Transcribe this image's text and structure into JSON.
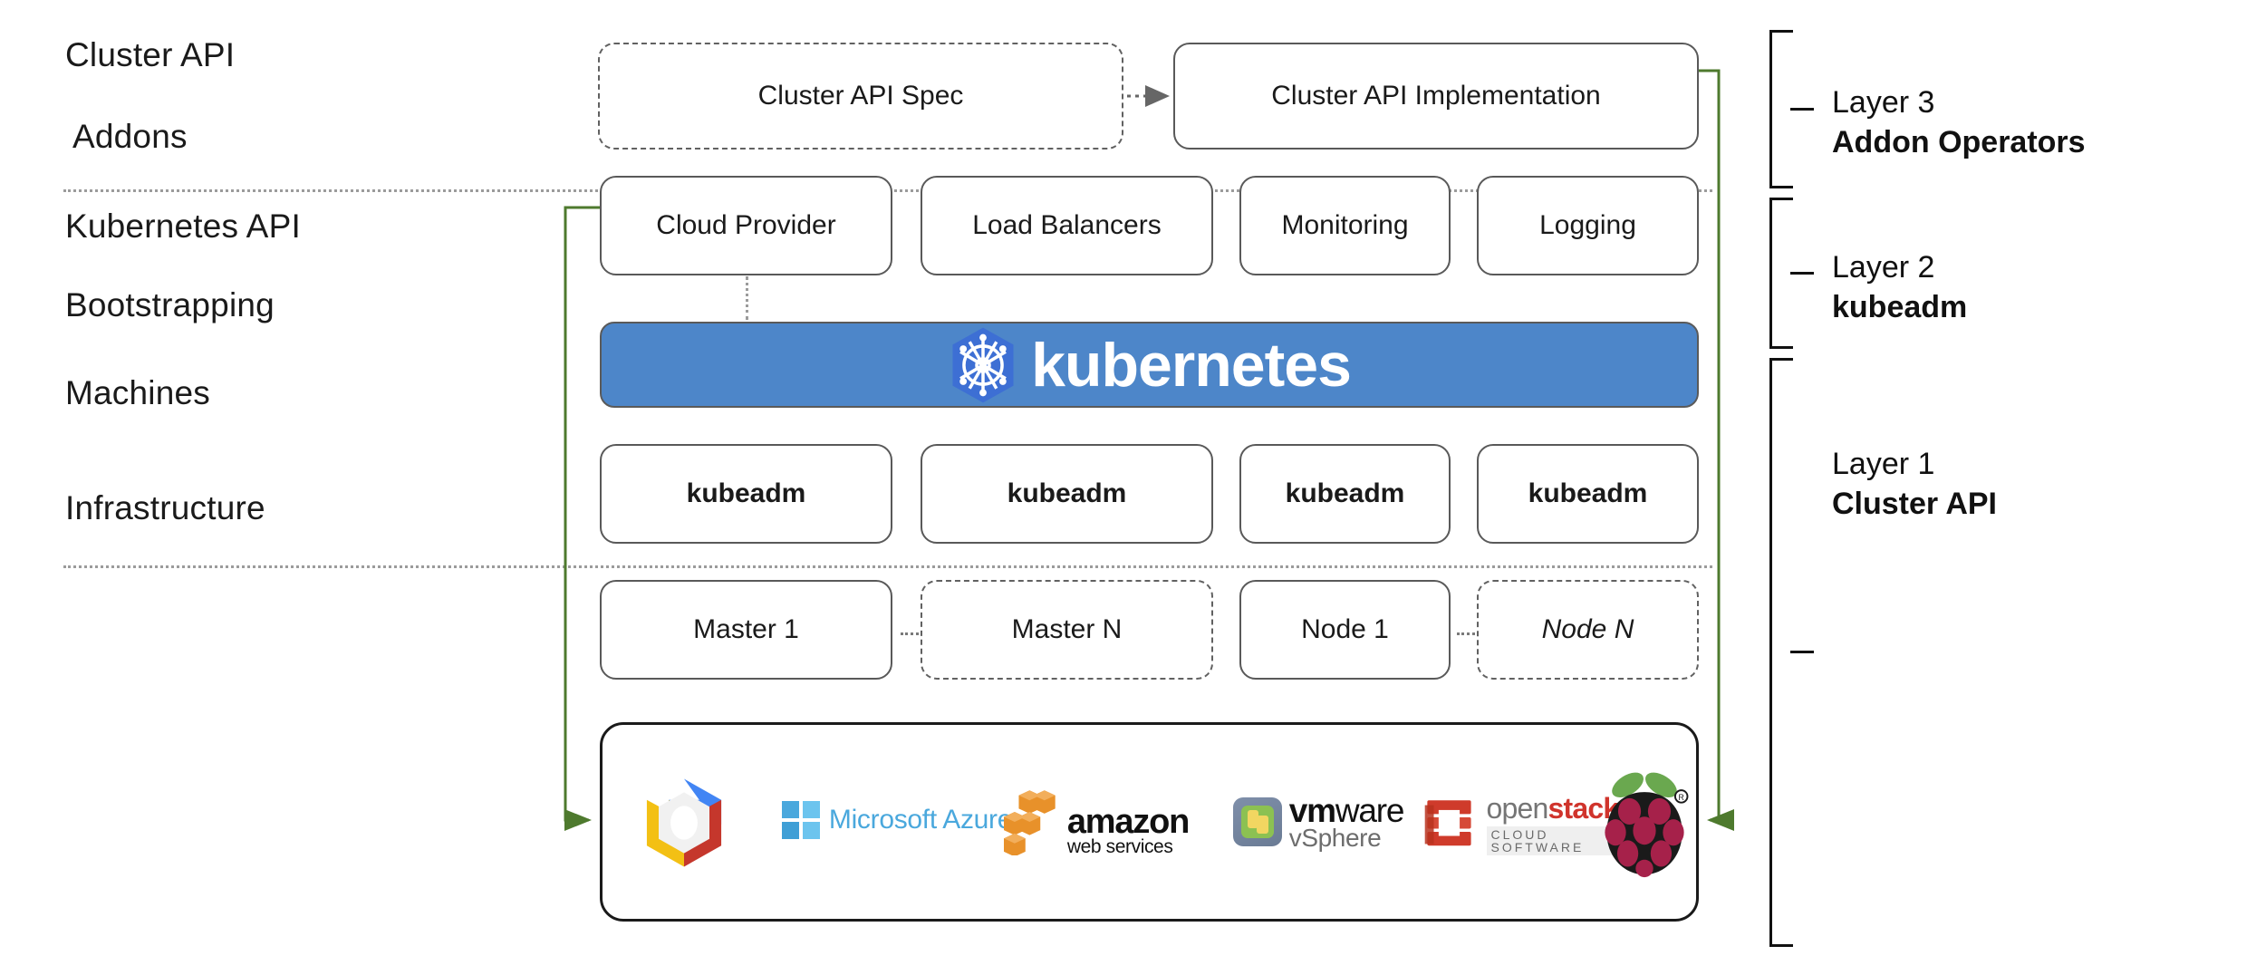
{
  "diagram": {
    "title": "Kubernetes Cluster API layered architecture",
    "colors": {
      "kubernetes_blue": "#4d86c9",
      "k8s_logo_blue": "#3d6fd4",
      "arrow_green": "#4e7a2e",
      "border_gray": "#595959",
      "separator_gray": "#9b9b9b"
    }
  },
  "row_labels": [
    {
      "id": "cluster-api",
      "text": "Cluster API"
    },
    {
      "id": "addons",
      "text": "Addons"
    },
    {
      "id": "kubernetes-api",
      "text": "Kubernetes API"
    },
    {
      "id": "bootstrapping",
      "text": "Bootstrapping"
    },
    {
      "id": "machines",
      "text": "Machines"
    },
    {
      "id": "infrastructure",
      "text": "Infrastructure"
    }
  ],
  "cluster_api_row": {
    "spec_box": {
      "label": "Cluster API Spec",
      "style": "dashed"
    },
    "impl_box": {
      "label": "Cluster API Implementation",
      "style": "solid"
    },
    "connector": "dotted-arrow-right"
  },
  "addons_row": [
    {
      "label": "Cloud Provider"
    },
    {
      "label": "Load Balancers"
    },
    {
      "label": "Monitoring"
    },
    {
      "label": "Logging"
    }
  ],
  "kubernetes_banner": {
    "wordmark": "kubernetes",
    "logo_name": "kubernetes-helm-wheel-icon"
  },
  "bootstrapping_row": [
    {
      "label": "kubeadm"
    },
    {
      "label": "kubeadm"
    },
    {
      "label": "kubeadm"
    },
    {
      "label": "kubeadm"
    }
  ],
  "machines_row": [
    {
      "label": "Master 1",
      "style": "solid"
    },
    {
      "label": "Master N",
      "style": "dashed"
    },
    {
      "label": "Node 1",
      "style": "solid"
    },
    {
      "label": "Node N",
      "style": "dashed",
      "italic_suffix": true
    }
  ],
  "infrastructure_logos": [
    {
      "name": "google-cloud-icon",
      "text": ""
    },
    {
      "name": "microsoft-azure-icon",
      "text": "Microsoft Azure"
    },
    {
      "name": "amazon-web-services-icon",
      "text": "amazon",
      "subtext": "web services"
    },
    {
      "name": "vmware-vsphere-icon",
      "text": "vmware",
      "subtext": "vSphere"
    },
    {
      "name": "openstack-icon",
      "text_open": "open",
      "text_stack": "stack",
      "subtext": "CLOUD SOFTWARE"
    },
    {
      "name": "raspberry-pi-icon",
      "text": ""
    }
  ],
  "layers": [
    {
      "id": "layer-3",
      "line1": "Layer 3",
      "line2": "Addon Operators"
    },
    {
      "id": "layer-2",
      "line1": "Layer 2",
      "line2": "kubeadm"
    },
    {
      "id": "layer-1",
      "line1": "Layer 1",
      "line2": "Cluster API"
    }
  ]
}
